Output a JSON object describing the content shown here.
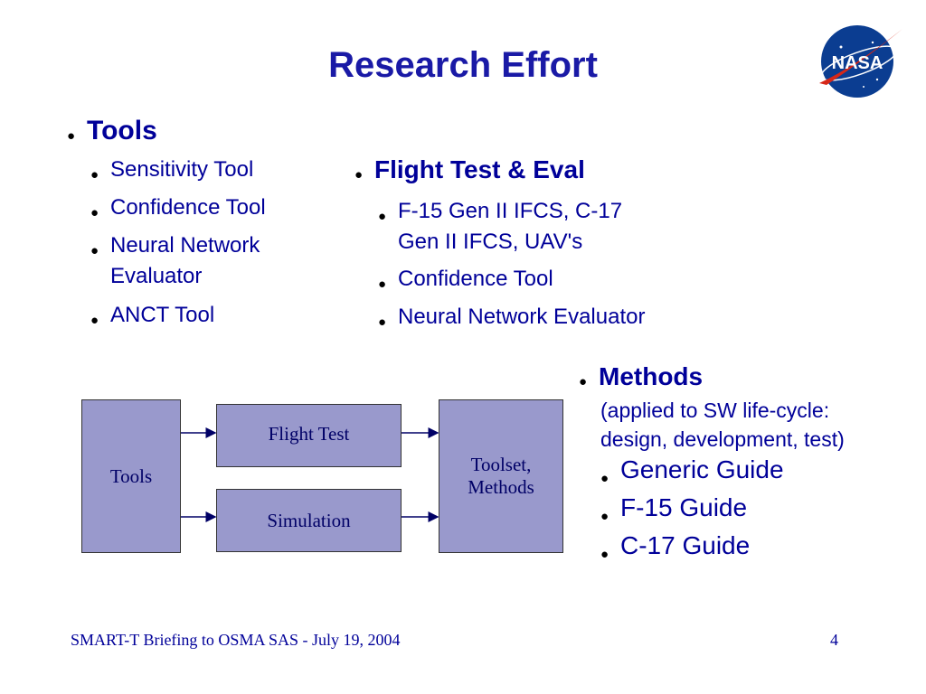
{
  "title": "Research Effort",
  "logo": {
    "name": "nasa-meatball-logo",
    "text": "NASA"
  },
  "tools_section": {
    "heading": "Tools",
    "items": [
      "Sensitivity Tool",
      "Confidence Tool",
      "Neural Network\nEvaluator",
      "ANCT Tool"
    ]
  },
  "flight_section": {
    "heading": "Flight Test & Eval",
    "items": [
      "F-15 Gen II IFCS, C-17\nGen II IFCS, UAV's",
      "Confidence Tool",
      "Neural Network Evaluator"
    ]
  },
  "methods_section": {
    "heading": "Methods",
    "note": "(applied to SW life-cycle:\ndesign, development, test)",
    "items": [
      "Generic Guide",
      "F-15 Guide",
      "C-17 Guide"
    ]
  },
  "diagram": {
    "tools_box": "Tools",
    "flight_test_box": "Flight Test",
    "simulation_box": "Simulation",
    "output_box": "Toolset,\nMethods",
    "box_color": "#9999cc"
  },
  "footer": {
    "left": "SMART-T Briefing to OSMA SAS - July 19, 2004",
    "page_number": "4"
  },
  "colors": {
    "text": "#000099",
    "title": "#1a1aa6"
  }
}
